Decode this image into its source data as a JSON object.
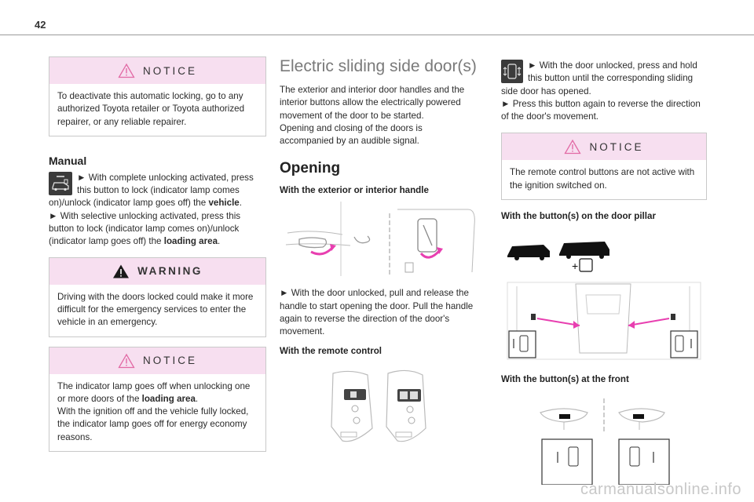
{
  "page": {
    "number": "42"
  },
  "col1": {
    "notice1": {
      "title": "NOTICE",
      "text": "To deactivate this automatic locking, go to any authorized Toyota retailer or Toyota authorized repairer, or any reliable repairer."
    },
    "manual": {
      "heading": "Manual",
      "p1_a": "► With complete unlocking activated, press this button to lock (indicator lamp comes on)/unlock (indicator lamp goes off) the ",
      "p1_b": "vehicle",
      "p1_c": ".",
      "p2_a": "► With selective unlocking activated, press this button to lock (indicator lamp comes on)/unlock (indicator lamp goes off) the ",
      "p2_b": "loading area",
      "p2_c": "."
    },
    "warning": {
      "title": "WARNING",
      "text": "Driving with the doors locked could make it more difficult for the emergency services to enter the vehicle in an emergency."
    },
    "notice2": {
      "title": "NOTICE",
      "t1": "The indicator lamp goes off when unlocking one or more doors of the ",
      "t1b": "loading area",
      "t1c": ".",
      "t2": "With the ignition off and the vehicle fully locked, the indicator lamp goes off for energy economy reasons."
    }
  },
  "col2": {
    "title": "Electric sliding side door(s)",
    "intro1": "The exterior and interior door handles and the interior buttons allow the electrically powered movement of the door to be started.",
    "intro2": "Opening and closing of the doors is accompanied by an audible signal.",
    "opening_heading": "Opening",
    "handle_label": "With the exterior or interior handle",
    "handle_text": "► With the door unlocked, pull and release the handle to start opening the door. Pull the handle again to reverse the direction of the door's movement.",
    "remote_label": "With the remote control"
  },
  "col3": {
    "p1": "► With the door unlocked, press and hold this button until the corresponding sliding side door has opened.",
    "p2": "► Press this button again to reverse the direction of the door's movement.",
    "notice": {
      "title": "NOTICE",
      "text": "The remote control buttons are not active with the ignition switched on."
    },
    "pillar_label": "With the button(s) on the door pillar",
    "front_label": "With the button(s) at the front"
  },
  "watermark": "carmanualsonline.info",
  "colors": {
    "accent_pink": "#f7dff0",
    "arrow_magenta": "#e83fb0",
    "rule_gray": "#9a9a9a"
  }
}
